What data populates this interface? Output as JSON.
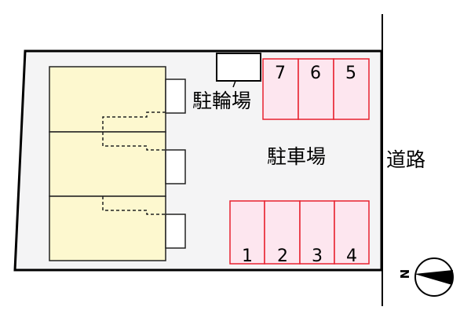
{
  "labels": {
    "bicycle_parking": "駐輪場",
    "car_parking": "駐車場",
    "road": "道路",
    "north": "N"
  },
  "parking_top": [
    "7",
    "6",
    "5"
  ],
  "parking_bottom": [
    "1",
    "2",
    "3",
    "4"
  ],
  "colors": {
    "lot": "#f4f4f5",
    "building": "#fdf8cf",
    "parking_fill": "#fde6ef",
    "parking_border": "#e8202f"
  }
}
